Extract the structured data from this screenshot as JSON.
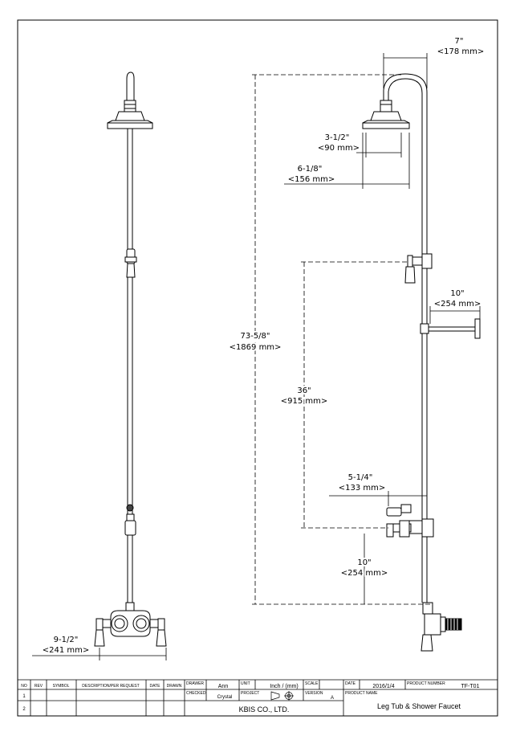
{
  "dimensions": {
    "head_offset": {
      "imperial": "7\"",
      "metric": "<178 mm>"
    },
    "head_diameter": {
      "imperial": "3-1/2\"",
      "metric": "<90 mm>"
    },
    "head_width": {
      "imperial": "6-1/8\"",
      "metric": "<156 mm>"
    },
    "total_height": {
      "imperial": "73-5/8\"",
      "metric": "<1869 mm>"
    },
    "shelf": {
      "imperial": "10\"",
      "metric": "<254 mm>"
    },
    "valve_height": {
      "imperial": "36\"",
      "metric": "<915 mm>"
    },
    "spout": {
      "imperial": "5-1/4\"",
      "metric": "<133 mm>"
    },
    "base_height": {
      "imperial": "10\"",
      "metric": "<254 mm>"
    },
    "base_width": {
      "imperial": "9-1/2\"",
      "metric": "<241 mm>"
    }
  },
  "title_block": {
    "headers": {
      "no": "NO",
      "rev": "REV",
      "symbol": "SYMBOL",
      "description": "DESCRIPTION/PER REQUEST",
      "date": "DATE",
      "drawn": "DRAWN"
    },
    "rows": [
      "1",
      "2"
    ],
    "drawer_label": "DRAWER",
    "drawer_value": "Ann",
    "checked_label": "CHECKED",
    "checked_value": "Crystal",
    "unit_label": "UNIT",
    "unit_value": "Inch / (mm)",
    "project_label": "PROJECT",
    "scale_label": "SCALE",
    "version_label": "VERSION",
    "version_value": "A",
    "date_label": "DATE",
    "date_value": "2016/1/4",
    "product_number_label": "PRODUCT NUMBER",
    "product_number_value": "TF-T01",
    "product_name_label": "PRODUCT NAME",
    "product_name_value": "Leg Tub & Shower Faucet",
    "company": "KBIS CO., LTD."
  }
}
